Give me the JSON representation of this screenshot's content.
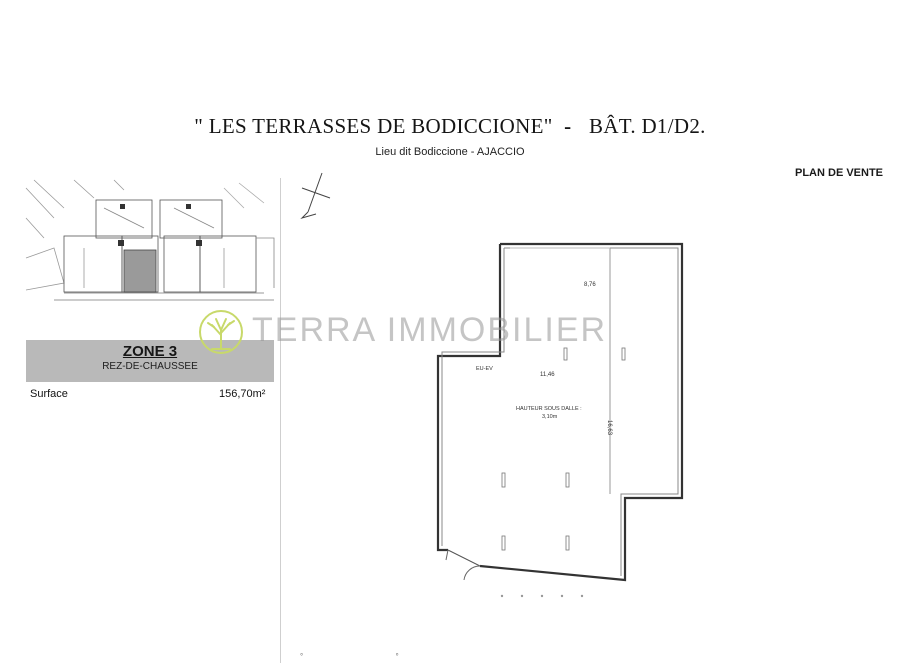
{
  "header": {
    "title": "\" LES TERRASSES DE BODICCIONE\"",
    "separator": "-",
    "building": "BÂT. D1/D2.",
    "subtitle": "Lieu dit Bodiccione - AJACCIO"
  },
  "plan_type": "PLAN DE VENTE",
  "zone": {
    "title": "ZONE 3",
    "level": "REZ-DE-CHAUSSEE"
  },
  "surface": {
    "label": "Surface",
    "value": "156,70m²"
  },
  "watermark": {
    "brand": "TERRA IMMOBILIER",
    "color": "#9a9a9a",
    "tree_color": "#c8d96a"
  },
  "floor_plan": {
    "dimension_top": "8,76",
    "dimension_middle": "11,46",
    "dimension_side": "16,63",
    "network_label": "EU-EV",
    "ceiling_label": "HAUTEUR SOUS DALLE :",
    "ceiling_value": "3,10m"
  },
  "key_plan": {
    "highlight_color": "#9a9a9a"
  }
}
